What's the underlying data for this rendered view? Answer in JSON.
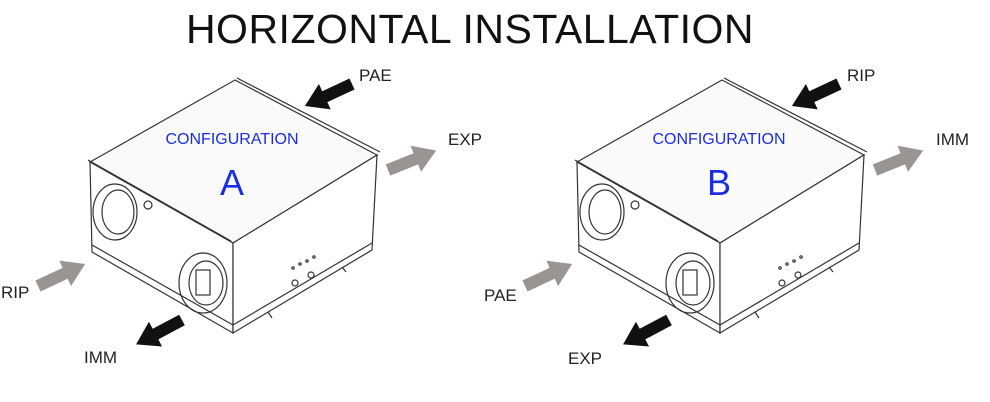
{
  "title": "HORIZONTAL INSTALLATION",
  "configurations": [
    {
      "heading": "CONFIGURATION",
      "letter": "A",
      "labels": {
        "top": "PAE",
        "right": "EXP",
        "left": "RIP",
        "bottom": "IMM"
      }
    },
    {
      "heading": "CONFIGURATION",
      "letter": "B",
      "labels": {
        "top": "RIP",
        "right": "IMM",
        "left": "PAE",
        "bottom": "EXP"
      }
    }
  ],
  "colors": {
    "accent": "#1a2ee0",
    "arrow_dark": "#111111",
    "arrow_light": "#9a9592"
  }
}
